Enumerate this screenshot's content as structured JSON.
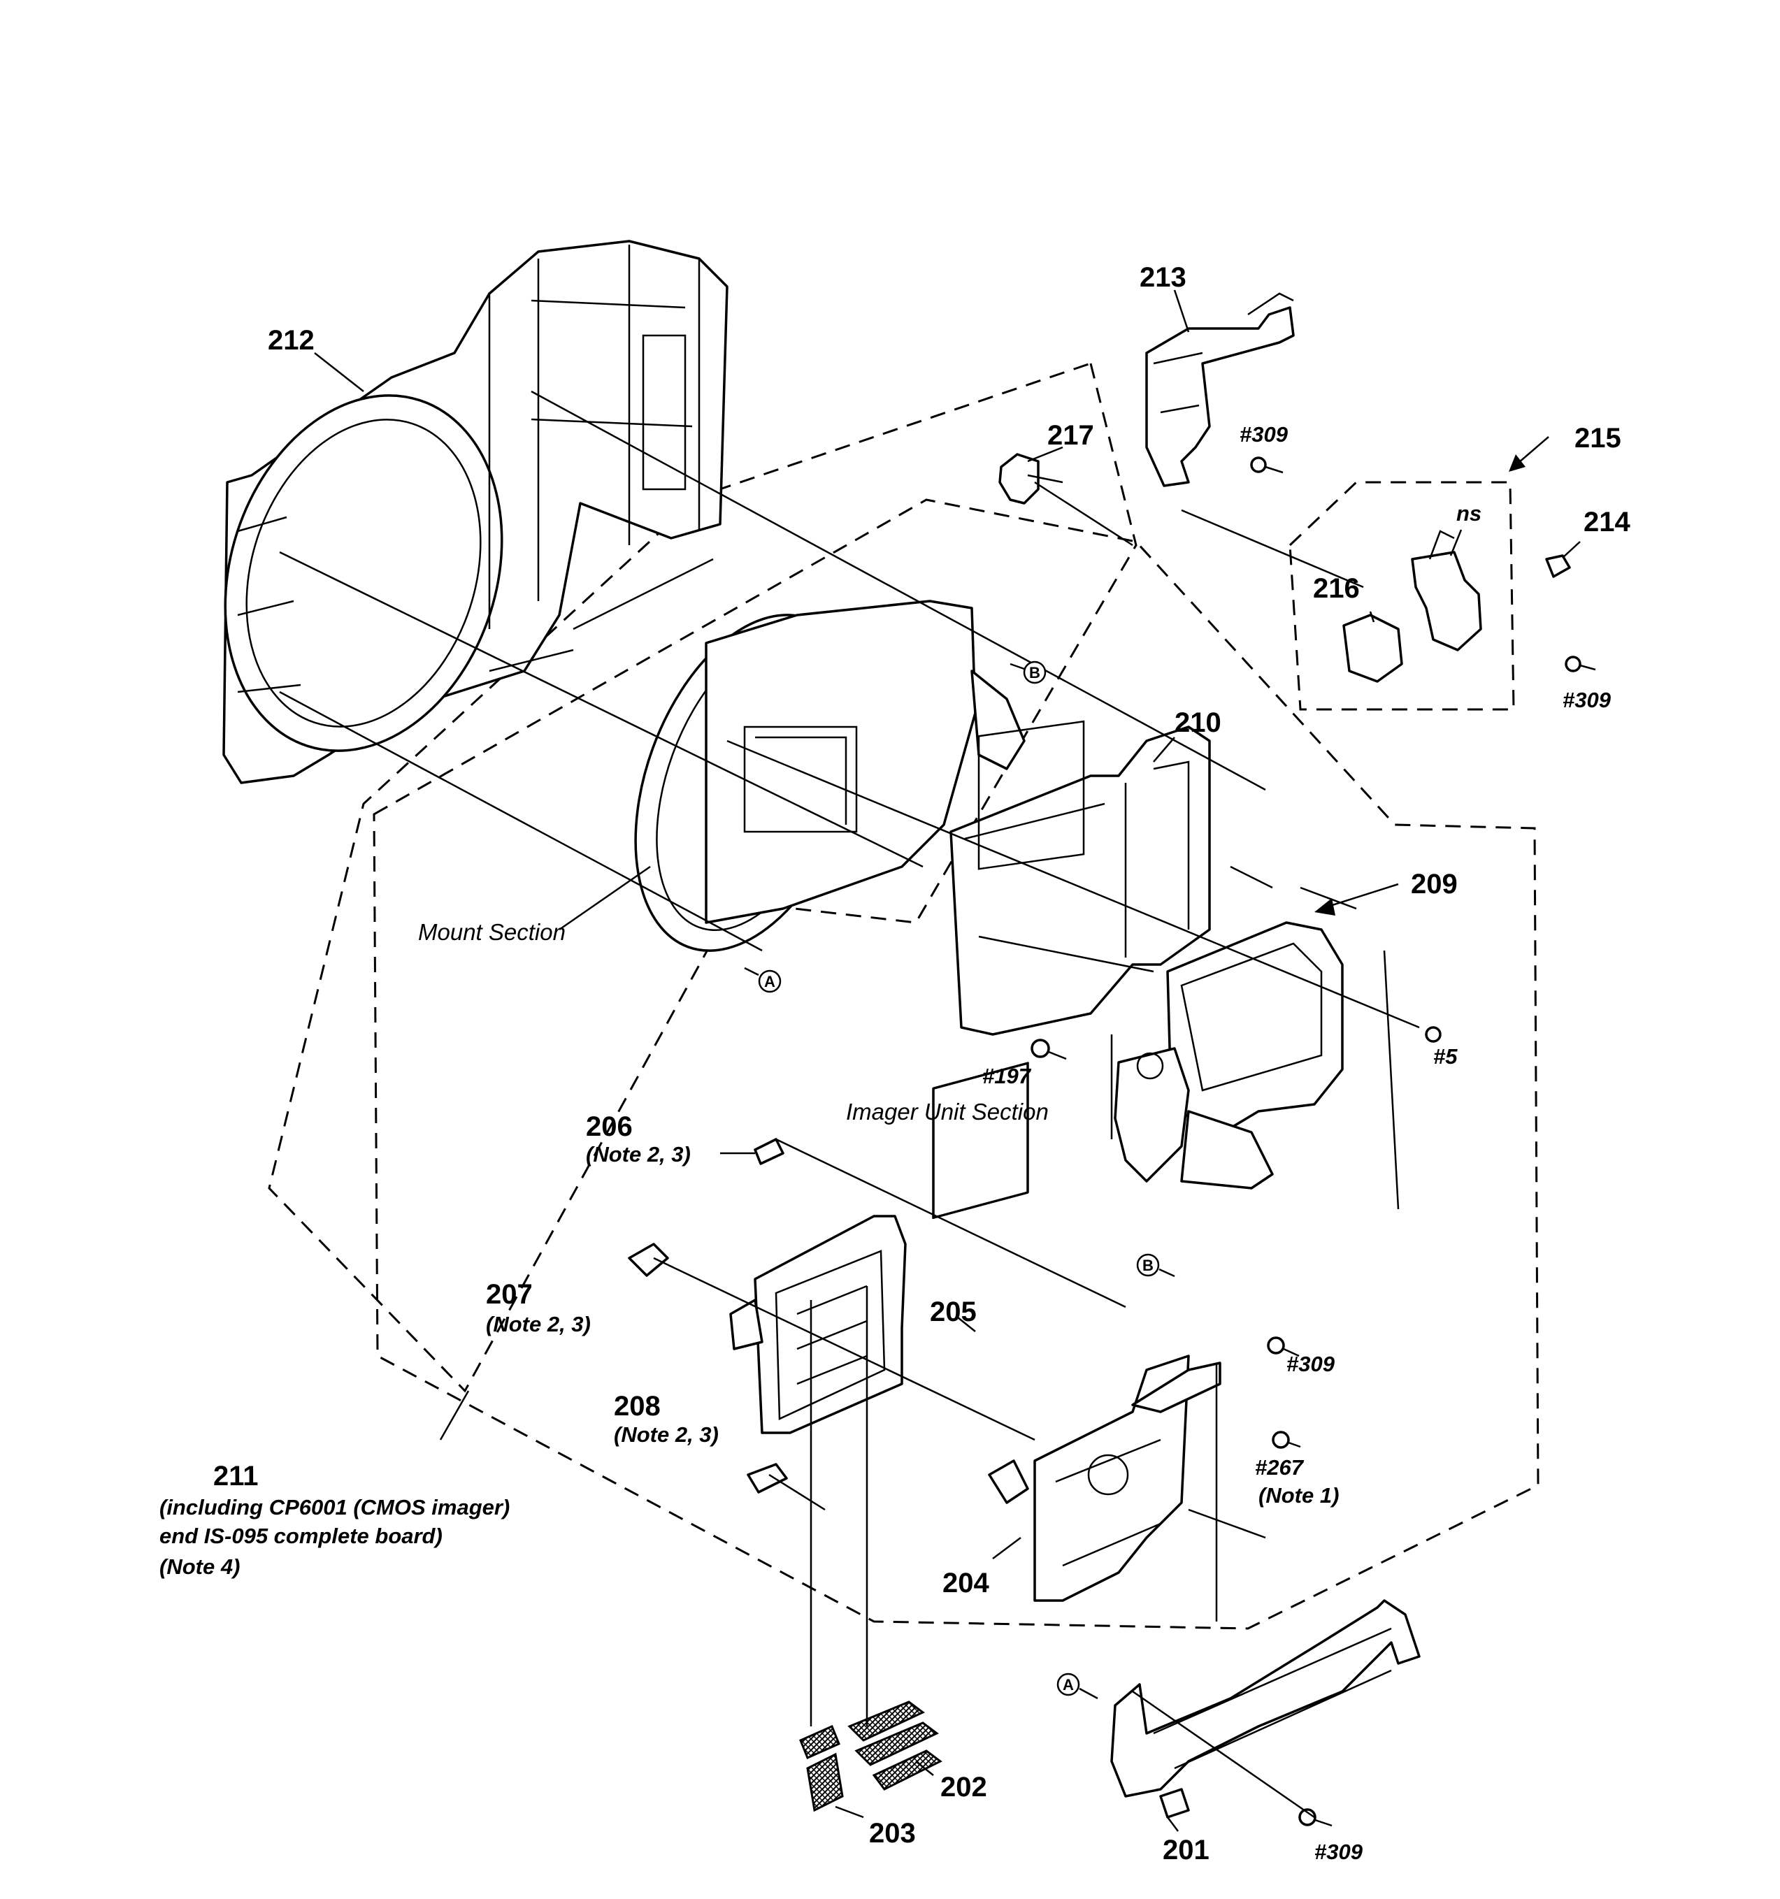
{
  "parts": {
    "p201": "201",
    "p202": "202",
    "p203": "203",
    "p204": "204",
    "p205": "205",
    "p206": "206",
    "p207": "207",
    "p208": "208",
    "p209": "209",
    "p210": "210",
    "p211": "211",
    "p212": "212",
    "p213": "213",
    "p214": "214",
    "p215": "215",
    "p216": "216",
    "p217": "217"
  },
  "notes": {
    "note206": "(Note 2, 3)",
    "note207": "(Note 2, 3)",
    "note208": "(Note 2, 3)",
    "note267": "(Note 1)",
    "desc211_line1": "(including CP6001 (CMOS imager)",
    "desc211_line2": "end IS-095 complete board)",
    "desc211_line3": "(Note 4)",
    "ns": "ns"
  },
  "screws": {
    "s309_213": "#309",
    "s309_215": "#309",
    "s309_b": "#309",
    "s309_201": "#309",
    "s267": "#267",
    "s197": "#197",
    "s5": "#5"
  },
  "sections": {
    "mount": "Mount Section",
    "imager": "Imager Unit Section"
  },
  "refs": {
    "a": "A",
    "b": "B"
  }
}
